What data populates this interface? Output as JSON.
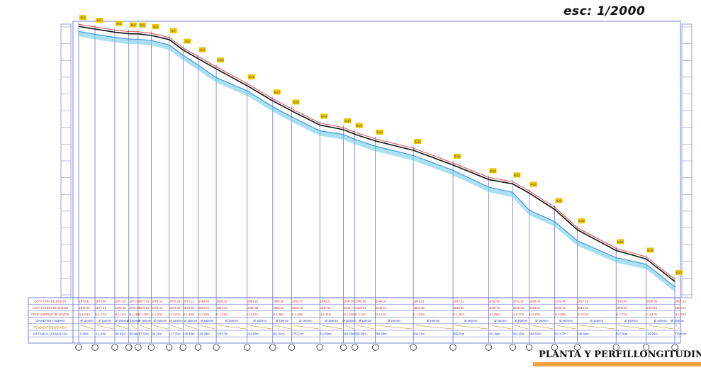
{
  "scale_label": "esc: 1/2000",
  "sheet_title": "PLANTA Y PERFILLONGITUDINA",
  "colors": {
    "frame": "#5b63c9",
    "terrain_red": "#d3373b",
    "pipe_black": "#111111",
    "pipe_blue": "#3b8fe0",
    "fill_cyan": "#63c7e8",
    "label_yellow": "#e6c400",
    "row_red": "#c0392b",
    "row_blue": "#2b3fb0",
    "row_brown": "#b07a12",
    "title_bar": "#f4a340"
  },
  "table": {
    "row_labels": [
      "COTA TAPA DE BUZON",
      "COTA FONDO DE BUZON",
      "PROFUNDIDAD DE BUZON",
      "DIAMETRO TUBERIA",
      "PENDIENTE/DISTANCIA",
      "DISTANCIA ACUMULADA"
    ],
    "stations": [
      {
        "ct": "2879.31",
        "cf": "2878.20",
        "pr": "H 1.10m",
        "di": "Ø 160mm",
        "da": "0.00m"
      },
      {
        "ct": "2878.48",
        "cf": "2877.31",
        "pr": "H 1.17m",
        "di": "Ø 160mm",
        "da": "21.19m"
      },
      {
        "ct": "2877.53",
        "cf": "2876.39",
        "pr": "H 1.14m",
        "di": "Ø 160mm",
        "da": "46.82m"
      },
      {
        "ct": "2877.05",
        "cf": "2875.87",
        "pr": "H 1.18m",
        "di": "Ø 160mm",
        "da": "65.06m"
      },
      {
        "ct": "2877.01",
        "cf": "2875.81",
        "pr": "H 1.20m",
        "di": "Ø 160mm",
        "da": "77.15m"
      },
      {
        "ct": "2876.53",
        "cf": "2875.46",
        "pr": "H 1.07m",
        "di": "Ø 160mm",
        "da": "94.21m"
      },
      {
        "ct": "2875.29",
        "cf": "2874.08",
        "pr": "H 1.21m",
        "di": "Ø 160mm",
        "da": "117.31m"
      },
      {
        "ct": "2872.11",
        "cf": "2870.96",
        "pr": "H 1.15m",
        "di": "Ø 160mm",
        "da": "135.48m"
      },
      {
        "ct": "2869.48",
        "cf": "2867.93",
        "pr": "H 1.55m",
        "di": "Ø 160mm",
        "da": "154.98m"
      },
      {
        "ct": "2866.33",
        "cf": "2864.10",
        "pr": "H 2.23m",
        "di": "Ø 160mm",
        "da": "178.47m"
      },
      {
        "ct": "2861.22",
        "cf": "2860.08",
        "pr": "H 1.14m",
        "di": "Ø 160mm",
        "da": "218.60m"
      },
      {
        "ct": "2856.58",
        "cf": "2855.23",
        "pr": "H 1.35m",
        "di": "Ø 160mm",
        "da": "251.82m"
      },
      {
        "ct": "2853.53",
        "cf": "2852.13",
        "pr": "H 1.40m",
        "di": "Ø 160mm",
        "da": "276.37m"
      },
      {
        "ct": "2849.21",
        "cf": "2847.87",
        "pr": "H 1.34m",
        "di": "Ø 160mm",
        "da": "312.89m"
      },
      {
        "ct": "2847.80",
        "cf": "2846.77",
        "pr": "H 1.03m",
        "di": "Ø 160mm",
        "da": "343.50m"
      },
      {
        "ct": "2846.39",
        "cf": "2845.27",
        "pr": "H 1.12m",
        "di": "Ø 160mm",
        "da": "358.38m"
      },
      {
        "ct": "2844.35",
        "cf": "2843.21",
        "pr": "H 1.14m",
        "di": "Ø 160mm",
        "da": "384.99m"
      },
      {
        "ct": "2841.51",
        "cf": "2840.35",
        "pr": "H 1.16m",
        "di": "Ø 160mm",
        "da": "434.21m"
      },
      {
        "ct": "2837.01",
        "cf": "2835.85",
        "pr": "H 1.16m",
        "di": "Ø 160mm",
        "da": "485.65m"
      },
      {
        "ct": "2832.58",
        "cf": "2830.70",
        "pr": "H 1.88m",
        "di": "Ø 160mm",
        "da": "531.99m"
      },
      {
        "ct": "2831.27",
        "cf": "2829.10",
        "pr": "H 2.17m",
        "di": "Ø 160mm",
        "da": "563.15m"
      },
      {
        "ct": "2828.46",
        "cf": "2823.67",
        "pr": "H 4.79m",
        "di": "Ø 160mm",
        "da": "584.50m"
      },
      {
        "ct": "2823.48",
        "cf": "2820.22",
        "pr": "H 3.26m",
        "di": "Ø 160mm",
        "da": "617.57m"
      },
      {
        "ct": "2817.26",
        "cf": "2814.35",
        "pr": "H 2.91m",
        "di": "Ø 160mm",
        "da": "646.96m"
      },
      {
        "ct": "2810.93",
        "cf": "2809.20",
        "pr": "H 1.73m",
        "di": "Ø 160mm",
        "da": "697.30m"
      },
      {
        "ct": "2808.36",
        "cf": "2807.19",
        "pr": "H 1.17m",
        "di": "Ø 160mm",
        "da": "736.25m"
      },
      {
        "ct": "2801.51",
        "cf": "2800.31",
        "pr": "H 1.20m",
        "di": "Ø 160mm",
        "da": "773.44m"
      }
    ]
  }
}
